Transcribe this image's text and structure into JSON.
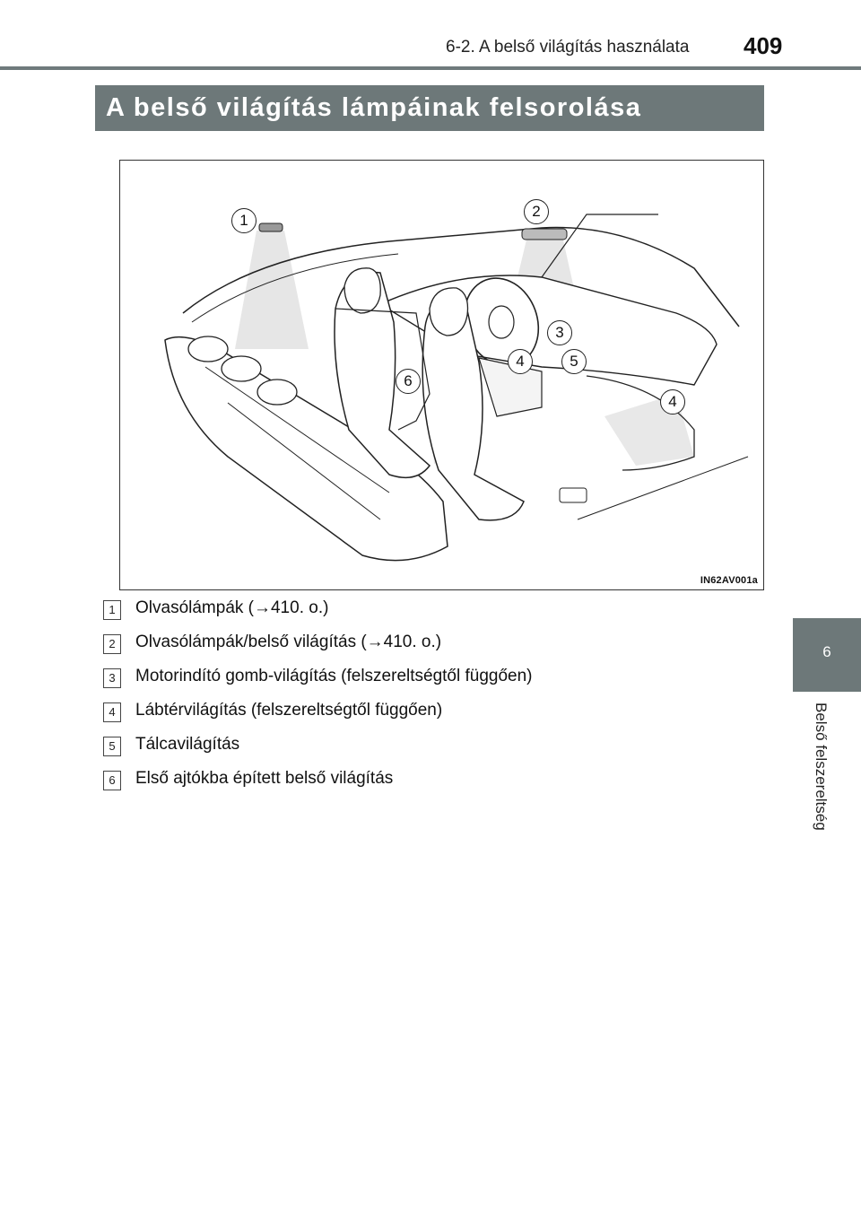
{
  "header": {
    "section": "6-2. A belső világítás használata",
    "page_number": "409"
  },
  "title": "A belső világítás lámpáinak felsorolása",
  "figure": {
    "code": "IN62AV001a",
    "callouts": [
      {
        "id": "1",
        "label": "1"
      },
      {
        "id": "2",
        "label": "2"
      },
      {
        "id": "3",
        "label": "3"
      },
      {
        "id": "4a",
        "label": "4"
      },
      {
        "id": "5",
        "label": "5"
      },
      {
        "id": "6",
        "label": "6"
      },
      {
        "id": "4b",
        "label": "4"
      }
    ]
  },
  "legend": [
    {
      "num": "1",
      "text": "Olvasólámpák (→410. o.)"
    },
    {
      "num": "2",
      "text": "Olvasólámpák/belső világítás (→410. o.)"
    },
    {
      "num": "3",
      "text": "Motorindító gomb-világítás (felszereltségtől függően)"
    },
    {
      "num": "4",
      "text": "Lábtérvilágítás (felszereltségtől függően)"
    },
    {
      "num": "5",
      "text": "Tálcavilágítás"
    },
    {
      "num": "6",
      "text": "Első ajtókba épített belső világítás"
    }
  ],
  "chapter": {
    "number": "6",
    "label": "Belső felszereltség"
  }
}
